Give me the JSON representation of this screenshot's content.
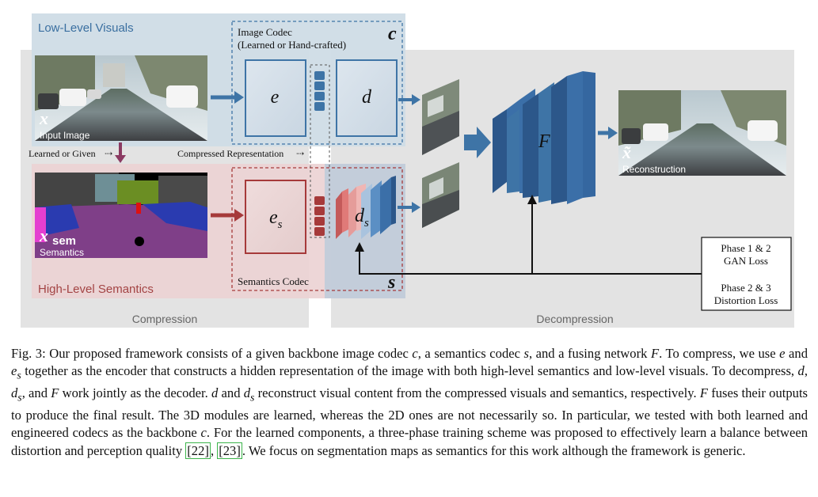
{
  "figure": {
    "region_low": "Low-Level Visuals",
    "region_high": "High-Level Semantics",
    "image_codec_title": "Image Codec",
    "image_codec_sub": "(Learned or Hand-crafted)",
    "image_codec_symbol": "c",
    "semantics_codec_label": "Semantics Codec",
    "semantics_codec_symbol": "s",
    "encoder_e": "e",
    "decoder_d": "d",
    "encoder_es": "e",
    "encoder_es_sub": "s",
    "decoder_ds": "d",
    "decoder_ds_sub": "s",
    "fuse_F": "F",
    "input_symbol": "x",
    "input_label": "Input Image",
    "sem_symbol": "x",
    "sem_sub": "sem",
    "sem_label": "Semantics",
    "recon_symbol": "x̃",
    "recon_label": "Reconstruction",
    "learned_or_given": "Learned or Given",
    "compressed_rep": "Compressed Representation",
    "phase12_line1": "Phase 1 & 2",
    "phase12_line2": "GAN Loss",
    "phase23_line1": "Phase 2 & 3",
    "phase23_line2": "Distortion Loss",
    "compression_label": "Compression",
    "decompression_label": "Decompression"
  },
  "caption": {
    "p1": "Fig. 3: Our proposed framework consists of a given backbone image codec ",
    "m_c1": "c",
    "p2": ", a semantics codec ",
    "m_s": "s",
    "p3": ", and a fusing network ",
    "m_F1": "F",
    "p4": ". To compress, we use ",
    "m_e": "e",
    "p5": " and ",
    "m_es": "e",
    "m_es_sub": "s",
    "p6": " together as the encoder that constructs a hidden representation of the image with both high-level semantics and low-level visuals. To decompress, ",
    "m_d1": "d",
    "p7": ", ",
    "m_ds1": "d",
    "m_ds1_sub": "s",
    "p8": ", and ",
    "m_F2": "F",
    "p9": " work jointly as the decoder. ",
    "m_d2": "d",
    "p10": " and ",
    "m_ds2": "d",
    "m_ds2_sub": "s",
    "p11": " reconstruct visual content from the compressed visuals and semantics, respectively. ",
    "m_F3": "F",
    "p12": " fuses their outputs to produce the final result. The 3D modules are learned, whereas the 2D ones are not necessarily so. In particular, we tested with both learned and engineered codecs as the backbone ",
    "m_c2": "c",
    "p13": ". For the learned components, a three-phase training scheme was proposed to effectively learn a balance between distortion and perception quality ",
    "ref1": "[22]",
    "p14": ", ",
    "ref2": "[23]",
    "p15": ". We focus on segmentation maps as semantics for this work although the framework is generic."
  },
  "colors": {
    "low_region": "#cfdce6",
    "high_region": "#ecd3d4",
    "compress_bg": "#e3e3e3",
    "codec_blue": "#3e74a6",
    "codec_red": "#a63a3a",
    "cube_blue": "#3b6fa8",
    "cube_red": "#e07a78"
  }
}
